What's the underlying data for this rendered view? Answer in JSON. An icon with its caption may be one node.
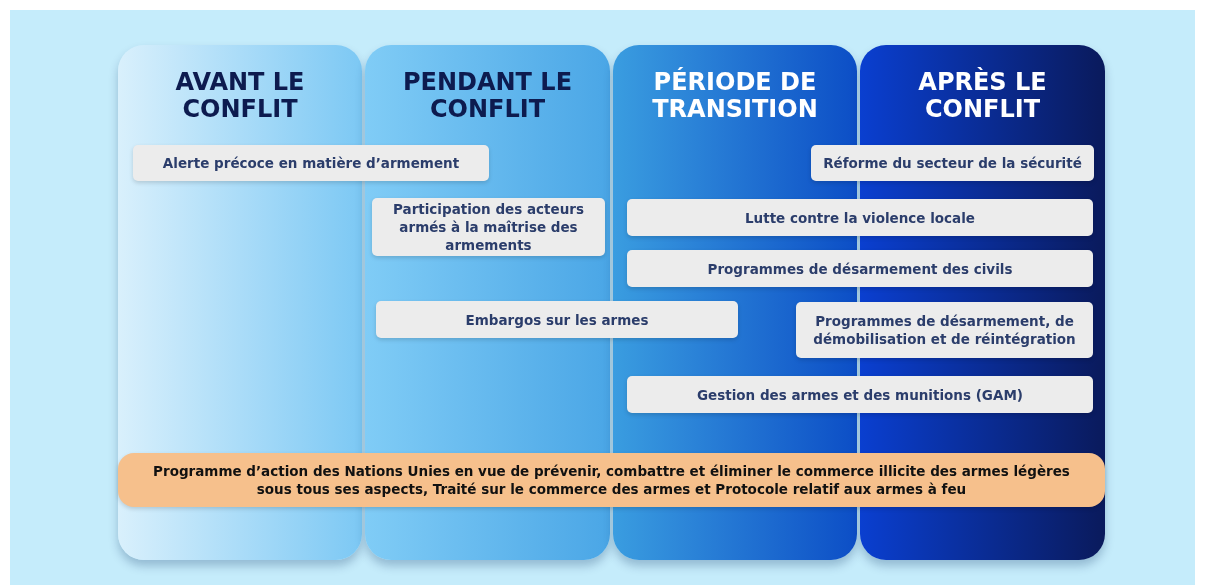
{
  "diagram": {
    "nodes": [
      {
        "text": [
          "AVANT LE CONFLIT"
        ]
      },
      {
        "text": [
          "PENDANT LE CONFLIT"
        ]
      },
      {
        "text": [
          "PÉRIODE DE TRANSITION"
        ]
      },
      {
        "text": [
          "APRÈS LE CONFLIT"
        ]
      },
      {
        "text": [
          "Alerte précoce en matière d’armement"
        ]
      },
      {
        "text": [
          "Réforme du secteur de la sécurité"
        ]
      },
      {
        "text": [
          "Participation des acteurs armés à la maîtrise des armements"
        ],
        "in": 1
      },
      {
        "text": [
          "Lutte contre la violence locale"
        ]
      },
      {
        "text": [
          "Programmes de désarmement des civils"
        ]
      },
      {
        "text": [
          "Embargos sur les armes"
        ]
      },
      {
        "text": [
          "Programmes de désarmement, de démobilisation et de réintégration"
        ]
      },
      {
        "text": [
          "Gestion des armes et des munitions (GAM)"
        ]
      },
      {
        "text": [
          "Programme d’action des Nations Unies en vue de prévenir, combattre et éliminer le commerce illicite des armes légères sous tous ses aspects, Traité sur le commerce des armes et Protocole relatif aux armes à feu"
        ]
      }
    ]
  }
}
